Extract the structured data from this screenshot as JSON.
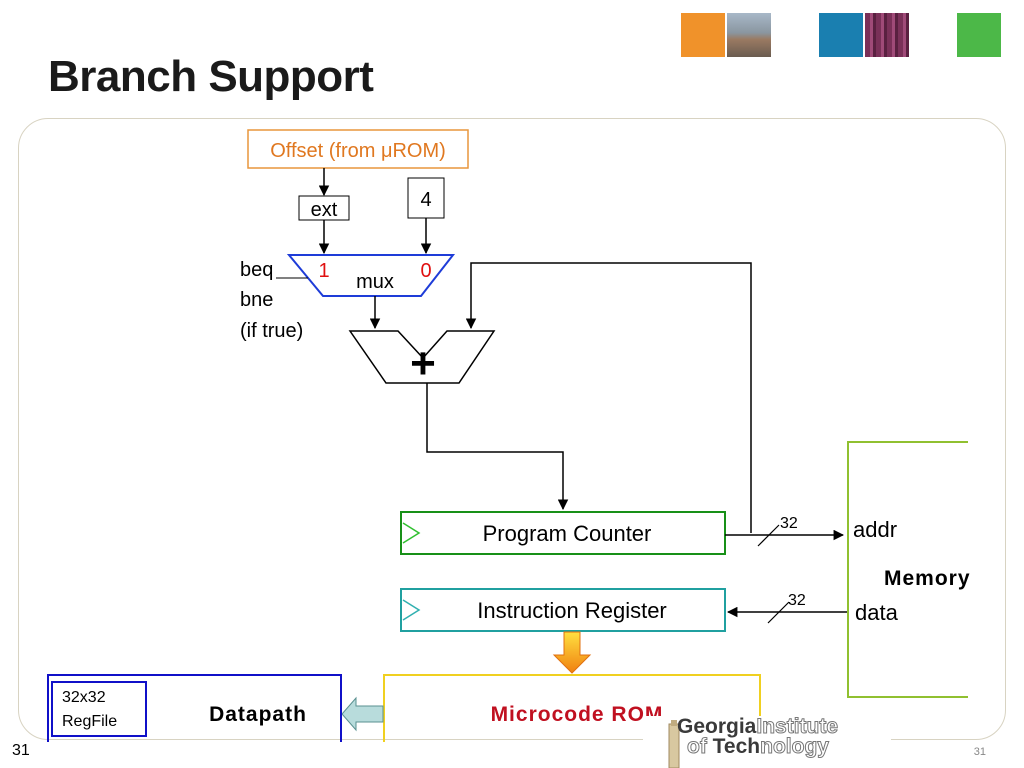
{
  "slide": {
    "title": "Branch Support",
    "number_left": "31",
    "number_right": "31"
  },
  "colors": {
    "offset_border": "#e8963c",
    "offset_text": "#e07820",
    "mux_blue": "#1e3cd8",
    "mux_inputs_red": "#e01010",
    "pc_green": "#189018",
    "ir_teal": "#20a0a0",
    "memory_green": "#90c030",
    "rom_yellow": "#f0d020",
    "rom_text": "#c01020",
    "datapath_blue": "#1010c8",
    "sq_orange": "#f0922a",
    "sq_blue": "#1a7fb0",
    "sq_green": "#4cb848"
  },
  "diagram": {
    "offset_label": "Offset (from μROM)",
    "ext_label": "ext",
    "const_four": "4",
    "mux_label": "mux",
    "mux_in1": "1",
    "mux_in0": "0",
    "cond_line1": "beq",
    "cond_line2": "bne",
    "cond_line3": "(if true)",
    "adder_symbol": "+",
    "pc_label": "Program Counter",
    "ir_label": "Instruction Register",
    "bus_width_addr": "32",
    "bus_width_data": "32",
    "mem_addr": "addr",
    "mem_data": "data",
    "memory_label": "Memory",
    "rom_label": "Microcode ROM",
    "datapath_label": "Datapath",
    "regfile_line1": "32x32",
    "regfile_line2": "RegFile"
  },
  "logo": {
    "word1a": "Georgia",
    "word1b": "Institute",
    "word2a": "of ",
    "word2b": "Tech",
    "word2c": "nology"
  },
  "icons": [
    "logo-square-orange",
    "logo-photo-campus",
    "logo-square-blue",
    "logo-photo-circuit",
    "logo-square-green",
    "clock-trigger-icon",
    "tech-tower-icon"
  ]
}
